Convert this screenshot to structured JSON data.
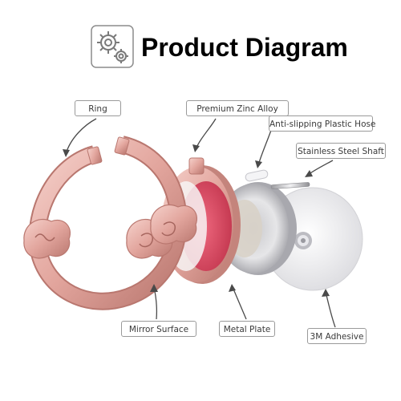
{
  "header": {
    "title": "Product Diagram",
    "icon": "gears-icon"
  },
  "labels": {
    "ring": "Ring",
    "premium_zinc_alloy": "Premium Zinc Alloy",
    "anti_slipping_hose": "Anti-slipping Plastic Hose",
    "stainless_steel_shaft": "Stainless Steel Shaft",
    "mirror_surface": "Mirror Surface",
    "metal_plate": "Metal Plate",
    "adhesive": "3M Adhesive"
  },
  "colors": {
    "rose_gold": "#e9b3ad",
    "rose_gold_dark": "#c98880",
    "mirror_red": "#e4576c",
    "metal": "#d9d9db",
    "adhesive": "#eeeef0"
  }
}
